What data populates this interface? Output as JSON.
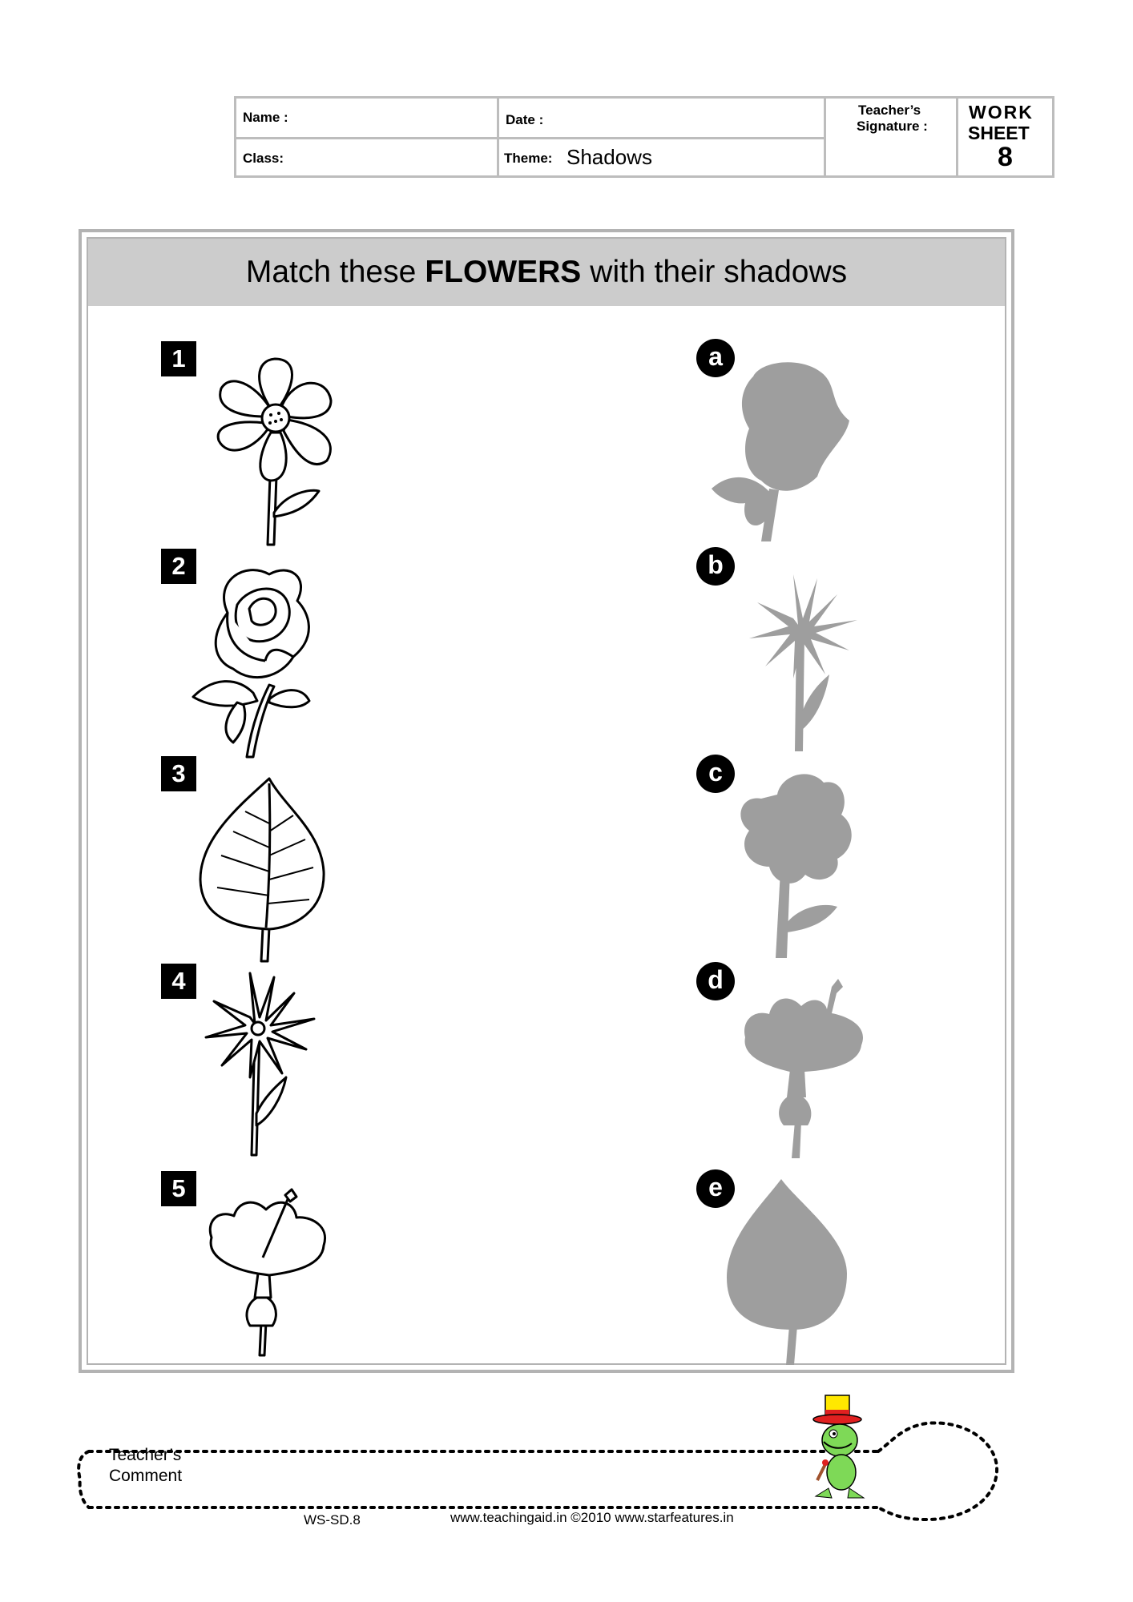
{
  "header": {
    "name_label": "Name :",
    "date_label": "Date :",
    "signature_label_line1": "Teacher’s",
    "signature_label_line2": "Signature :",
    "class_label": "Class:",
    "theme_label": "Theme:",
    "theme_value": "Shadows",
    "worksheet_line1": "WORK",
    "worksheet_line2": "SHEET",
    "worksheet_number": "8"
  },
  "title": {
    "before": "Match these",
    "bold": "FLOWERS",
    "after": "with their shadows"
  },
  "left_items": [
    {
      "number": "1",
      "icon": "daisy-flower-outline"
    },
    {
      "number": "2",
      "icon": "rose-outline"
    },
    {
      "number": "3",
      "icon": "heart-leaf-outline"
    },
    {
      "number": "4",
      "icon": "star-flower-outline"
    },
    {
      "number": "5",
      "icon": "hibiscus-outline"
    }
  ],
  "right_items": [
    {
      "letter": "a",
      "icon": "rose-shadow"
    },
    {
      "letter": "b",
      "icon": "star-flower-shadow"
    },
    {
      "letter": "c",
      "icon": "daisy-flower-shadow"
    },
    {
      "letter": "d",
      "icon": "hibiscus-shadow"
    },
    {
      "letter": "e",
      "icon": "heart-leaf-shadow"
    }
  ],
  "comment": {
    "line1": "Teacher’s",
    "line2": "Comment"
  },
  "footer": {
    "code": "WS-SD.8",
    "credits": "www.teachingaid.in ©2010 www.starfeatures.in"
  },
  "colors": {
    "shadow": "#9e9e9e",
    "title_band": "#cccccc",
    "border": "#b3b3b3"
  }
}
